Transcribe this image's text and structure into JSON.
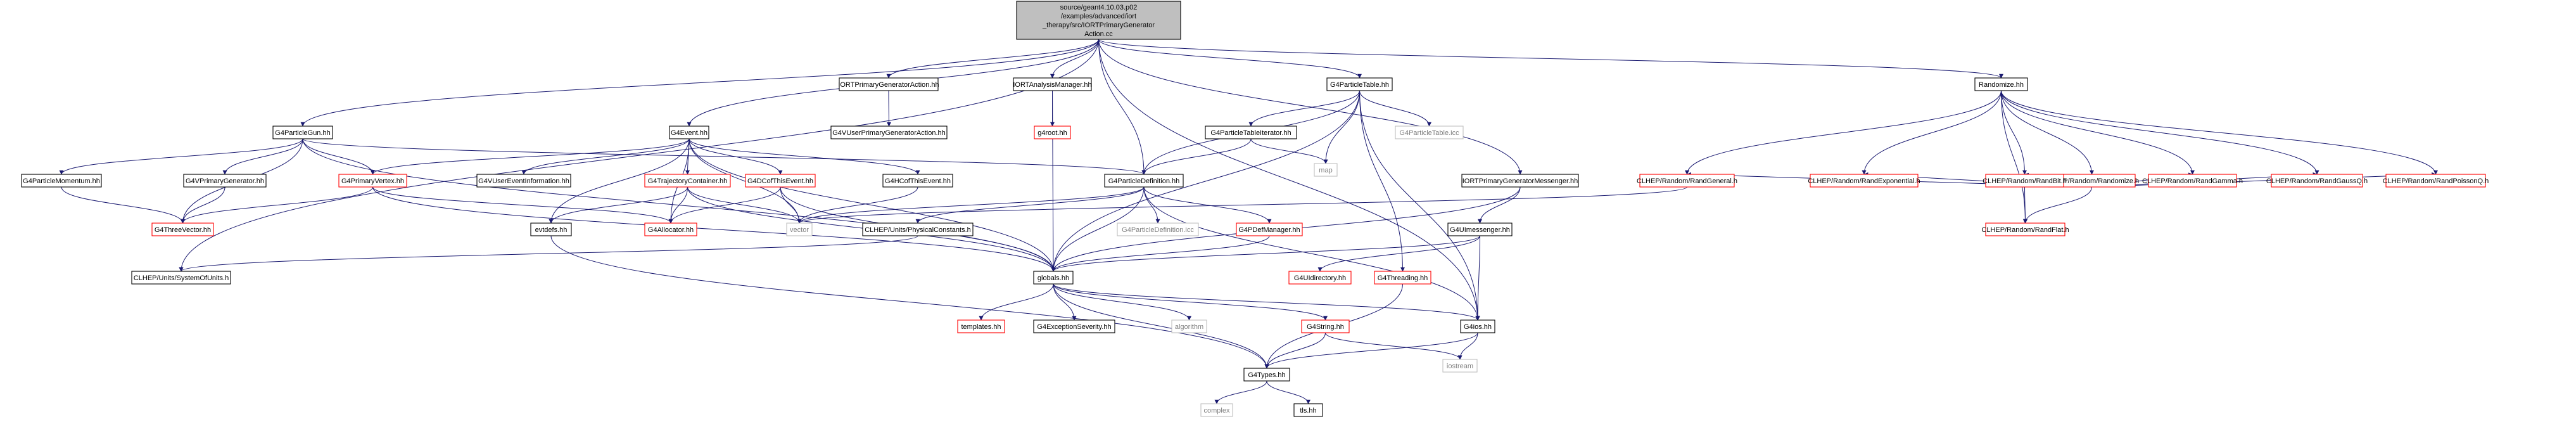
{
  "diagram": {
    "type": "include-dependency-graph",
    "colors": {
      "edge": "#191970",
      "node_border": "#000000",
      "node_border_missing": "#ff0000",
      "node_border_external": "#bfbfbf",
      "root_fill": "#bfbfbf",
      "node_fill": "#ffffff"
    },
    "root": {
      "id": "root",
      "lines": [
        "source/geant4.10.03.p02",
        "/examples/advanced/iort",
        "_therapy/src/IORTPrimaryGenerator",
        "Action.cc"
      ]
    },
    "nodes": [
      {
        "id": "IORTPrimaryGeneratorAction_hh",
        "label": "IORTPrimaryGeneratorAction.hh",
        "style": "normal"
      },
      {
        "id": "IORTAnalysisManager_hh",
        "label": "IORTAnalysisManager.hh",
        "style": "normal"
      },
      {
        "id": "G4ParticleTable_hh",
        "label": "G4ParticleTable.hh",
        "style": "normal"
      },
      {
        "id": "Randomize_hh",
        "label": "Randomize.hh",
        "style": "normal"
      },
      {
        "id": "G4ParticleGun_hh",
        "label": "G4ParticleGun.hh",
        "style": "normal"
      },
      {
        "id": "G4Event_hh",
        "label": "G4Event.hh",
        "style": "normal"
      },
      {
        "id": "G4VUserPrimaryGeneratorAction_hh",
        "label": "G4VUserPrimaryGeneratorAction.hh",
        "style": "normal"
      },
      {
        "id": "g4root_hh",
        "label": "g4root.hh",
        "style": "missing"
      },
      {
        "id": "G4ParticleTableIterator_hh",
        "label": "G4ParticleTableIterator.hh",
        "style": "normal"
      },
      {
        "id": "map",
        "label": "map",
        "style": "external"
      },
      {
        "id": "G4ParticleTable_icc",
        "label": "G4ParticleTable.icc",
        "style": "external"
      },
      {
        "id": "IORTPrimaryGeneratorMessenger_hh",
        "label": "IORTPrimaryGeneratorMessenger.hh",
        "style": "normal"
      },
      {
        "id": "CLHEP_Randomize_h",
        "label": "CLHEP/Random/Randomize.h",
        "style": "missing"
      },
      {
        "id": "G4ParticleMomentum_hh",
        "label": "G4ParticleMomentum.hh",
        "style": "normal"
      },
      {
        "id": "G4VPrimaryGenerator_hh",
        "label": "G4VPrimaryGenerator.hh",
        "style": "normal"
      },
      {
        "id": "G4PrimaryVertex_hh",
        "label": "G4PrimaryVertex.hh",
        "style": "missing"
      },
      {
        "id": "G4VUserEventInformation_hh",
        "label": "G4VUserEventInformation.hh",
        "style": "normal"
      },
      {
        "id": "G4TrajectoryContainer_hh",
        "label": "G4TrajectoryContainer.hh",
        "style": "missing"
      },
      {
        "id": "G4DCofThisEvent_hh",
        "label": "G4DCofThisEvent.hh",
        "style": "missing"
      },
      {
        "id": "G4HCofThisEvent_hh",
        "label": "G4HCofThisEvent.hh",
        "style": "normal"
      },
      {
        "id": "G4ParticleDefinition_hh",
        "label": "G4ParticleDefinition.hh",
        "style": "normal"
      },
      {
        "id": "CLHEP_RandGeneral_h",
        "label": "CLHEP/Random/RandGeneral.h",
        "style": "missing"
      },
      {
        "id": "CLHEP_RandExponential_h",
        "label": "CLHEP/Random/RandExponential.h",
        "style": "missing"
      },
      {
        "id": "CLHEP_RandBit_h",
        "label": "CLHEP/Random/RandBit.h",
        "style": "missing"
      },
      {
        "id": "CLHEP_RandGamma_h",
        "label": "CLHEP/Random/RandGamma.h",
        "style": "missing"
      },
      {
        "id": "CLHEP_RandGaussQ_h",
        "label": "CLHEP/Random/RandGaussQ.h",
        "style": "missing"
      },
      {
        "id": "CLHEP_RandPoissonQ_h",
        "label": "CLHEP/Random/RandPoissonQ.h",
        "style": "missing"
      },
      {
        "id": "G4ThreeVector_hh",
        "label": "G4ThreeVector.hh",
        "style": "missing"
      },
      {
        "id": "evtdefs_hh",
        "label": "evtdefs.hh",
        "style": "normal"
      },
      {
        "id": "G4Allocator_hh",
        "label": "G4Allocator.hh",
        "style": "missing"
      },
      {
        "id": "vector",
        "label": "vector",
        "style": "external"
      },
      {
        "id": "CLHEP_PhysicalConstants_h",
        "label": "CLHEP/Units/PhysicalConstants.h",
        "style": "normal"
      },
      {
        "id": "G4ParticleDefinition_icc",
        "label": "G4ParticleDefinition.icc",
        "style": "external"
      },
      {
        "id": "G4PDefManager_hh",
        "label": "G4PDefManager.hh",
        "style": "missing"
      },
      {
        "id": "G4UImessenger_hh",
        "label": "G4UImessenger.hh",
        "style": "normal"
      },
      {
        "id": "CLHEP_RandFlat_h",
        "label": "CLHEP/Random/RandFlat.h",
        "style": "missing"
      },
      {
        "id": "CLHEP_SystemOfUnits_h",
        "label": "CLHEP/Units/SystemOfUnits.h",
        "style": "normal"
      },
      {
        "id": "globals_hh",
        "label": "globals.hh",
        "style": "normal"
      },
      {
        "id": "G4UIdirectory_hh",
        "label": "G4UIdirectory.hh",
        "style": "missing"
      },
      {
        "id": "G4Threading_hh",
        "label": "G4Threading.hh",
        "style": "missing"
      },
      {
        "id": "templates_hh",
        "label": "templates.hh",
        "style": "missing"
      },
      {
        "id": "G4ExceptionSeverity_hh",
        "label": "G4ExceptionSeverity.hh",
        "style": "normal"
      },
      {
        "id": "algorithm",
        "label": "algorithm",
        "style": "external"
      },
      {
        "id": "G4String_hh",
        "label": "G4String.hh",
        "style": "missing"
      },
      {
        "id": "G4ios_hh",
        "label": "G4ios.hh",
        "style": "normal"
      },
      {
        "id": "iostream",
        "label": "iostream",
        "style": "external"
      },
      {
        "id": "G4Types_hh",
        "label": "G4Types.hh",
        "style": "normal"
      },
      {
        "id": "complex",
        "label": "complex",
        "style": "external"
      },
      {
        "id": "tls_hh",
        "label": "tls.hh",
        "style": "normal"
      }
    ],
    "edges": [
      [
        "root",
        "IORTPrimaryGeneratorAction_hh"
      ],
      [
        "root",
        "IORTAnalysisManager_hh"
      ],
      [
        "root",
        "G4ParticleTable_hh"
      ],
      [
        "root",
        "Randomize_hh"
      ],
      [
        "root",
        "G4ParticleGun_hh"
      ],
      [
        "root",
        "G4Event_hh"
      ],
      [
        "root",
        "G4ParticleDefinition_hh"
      ],
      [
        "root",
        "IORTPrimaryGeneratorMessenger_hh"
      ],
      [
        "root",
        "CLHEP_SystemOfUnits_h"
      ],
      [
        "root",
        "G4ios_hh"
      ],
      [
        "IORTPrimaryGeneratorAction_hh",
        "G4VUserPrimaryGeneratorAction_hh"
      ],
      [
        "IORTAnalysisManager_hh",
        "g4root_hh"
      ],
      [
        "IORTAnalysisManager_hh",
        "globals_hh"
      ],
      [
        "G4ParticleTable_hh",
        "G4ParticleTableIterator_hh"
      ],
      [
        "G4ParticleTable_hh",
        "map"
      ],
      [
        "G4ParticleTable_hh",
        "G4ParticleTable_icc"
      ],
      [
        "G4ParticleTable_hh",
        "G4ParticleDefinition_hh"
      ],
      [
        "G4ParticleTable_hh",
        "globals_hh"
      ],
      [
        "G4ParticleTable_hh",
        "G4ios_hh"
      ],
      [
        "G4ParticleTable_hh",
        "G4Threading_hh"
      ],
      [
        "G4ParticleTableIterator_hh",
        "G4ParticleDefinition_hh"
      ],
      [
        "G4ParticleTableIterator_hh",
        "map"
      ],
      [
        "Randomize_hh",
        "CLHEP_Randomize_h"
      ],
      [
        "Randomize_hh",
        "CLHEP_RandGeneral_h"
      ],
      [
        "Randomize_hh",
        "CLHEP_RandExponential_h"
      ],
      [
        "Randomize_hh",
        "CLHEP_RandBit_h"
      ],
      [
        "Randomize_hh",
        "CLHEP_RandGamma_h"
      ],
      [
        "Randomize_hh",
        "CLHEP_RandGaussQ_h"
      ],
      [
        "Randomize_hh",
        "CLHEP_RandPoissonQ_h"
      ],
      [
        "Randomize_hh",
        "CLHEP_RandFlat_h"
      ],
      [
        "CLHEP_Randomize_h",
        "CLHEP_RandGeneral_h"
      ],
      [
        "CLHEP_Randomize_h",
        "CLHEP_RandExponential_h"
      ],
      [
        "CLHEP_Randomize_h",
        "CLHEP_RandBit_h"
      ],
      [
        "CLHEP_Randomize_h",
        "CLHEP_RandGamma_h"
      ],
      [
        "CLHEP_Randomize_h",
        "CLHEP_RandGaussQ_h"
      ],
      [
        "CLHEP_Randomize_h",
        "CLHEP_RandPoissonQ_h"
      ],
      [
        "CLHEP_Randomize_h",
        "CLHEP_RandFlat_h"
      ],
      [
        "CLHEP_RandGeneral_h",
        "vector"
      ],
      [
        "CLHEP_RandBit_h",
        "CLHEP_RandFlat_h"
      ],
      [
        "G4ParticleGun_hh",
        "G4ParticleMomentum_hh"
      ],
      [
        "G4ParticleGun_hh",
        "G4VPrimaryGenerator_hh"
      ],
      [
        "G4ParticleGun_hh",
        "G4PrimaryVertex_hh"
      ],
      [
        "G4ParticleGun_hh",
        "G4ThreeVector_hh"
      ],
      [
        "G4ParticleGun_hh",
        "G4ParticleDefinition_hh"
      ],
      [
        "G4ParticleGun_hh",
        "globals_hh"
      ],
      [
        "G4ParticleMomentum_hh",
        "G4ThreeVector_hh"
      ],
      [
        "G4VPrimaryGenerator_hh",
        "G4ThreeVector_hh"
      ],
      [
        "G4PrimaryVertex_hh",
        "G4ThreeVector_hh"
      ],
      [
        "G4PrimaryVertex_hh",
        "G4Allocator_hh"
      ],
      [
        "G4PrimaryVertex_hh",
        "globals_hh"
      ],
      [
        "G4Event_hh",
        "G4PrimaryVertex_hh"
      ],
      [
        "G4Event_hh",
        "G4VUserEventInformation_hh"
      ],
      [
        "G4Event_hh",
        "G4TrajectoryContainer_hh"
      ],
      [
        "G4Event_hh",
        "G4DCofThisEvent_hh"
      ],
      [
        "G4Event_hh",
        "G4HCofThisEvent_hh"
      ],
      [
        "G4Event_hh",
        "evtdefs_hh"
      ],
      [
        "G4Event_hh",
        "G4Allocator_hh"
      ],
      [
        "G4Event_hh",
        "globals_hh"
      ],
      [
        "G4Event_hh",
        "vector"
      ],
      [
        "G4TrajectoryContainer_hh",
        "G4Allocator_hh"
      ],
      [
        "G4TrajectoryContainer_hh",
        "vector"
      ],
      [
        "G4TrajectoryContainer_hh",
        "evtdefs_hh"
      ],
      [
        "G4TrajectoryContainer_hh",
        "globals_hh"
      ],
      [
        "G4DCofThisEvent_hh",
        "G4Allocator_hh"
      ],
      [
        "G4DCofThisEvent_hh",
        "vector"
      ],
      [
        "G4DCofThisEvent_hh",
        "globals_hh"
      ],
      [
        "G4HCofThisEvent_hh",
        "vector"
      ],
      [
        "evtdefs_hh",
        "G4Types_hh"
      ],
      [
        "G4ParticleDefinition_hh",
        "vector"
      ],
      [
        "G4ParticleDefinition_hh",
        "CLHEP_PhysicalConstants_h"
      ],
      [
        "G4ParticleDefinition_hh",
        "G4ParticleDefinition_icc"
      ],
      [
        "G4ParticleDefinition_hh",
        "G4PDefManager_hh"
      ],
      [
        "G4ParticleDefinition_hh",
        "globals_hh"
      ],
      [
        "G4ParticleDefinition_hh",
        "G4ios_hh"
      ],
      [
        "CLHEP_PhysicalConstants_h",
        "CLHEP_SystemOfUnits_h"
      ],
      [
        "G4PDefManager_hh",
        "globals_hh"
      ],
      [
        "IORTPrimaryGeneratorMessenger_hh",
        "G4UImessenger_hh"
      ],
      [
        "IORTPrimaryGeneratorMessenger_hh",
        "globals_hh"
      ],
      [
        "G4UImessenger_hh",
        "G4UIdirectory_hh"
      ],
      [
        "G4UImessenger_hh",
        "G4ios_hh"
      ],
      [
        "G4UImessenger_hh",
        "globals_hh"
      ],
      [
        "G4Threading_hh",
        "G4Types_hh"
      ],
      [
        "globals_hh",
        "templates_hh"
      ],
      [
        "globals_hh",
        "G4ExceptionSeverity_hh"
      ],
      [
        "globals_hh",
        "algorithm"
      ],
      [
        "globals_hh",
        "G4String_hh"
      ],
      [
        "globals_hh",
        "G4ios_hh"
      ],
      [
        "globals_hh",
        "G4Types_hh"
      ],
      [
        "G4String_hh",
        "G4Types_hh"
      ],
      [
        "G4String_hh",
        "iostream"
      ],
      [
        "G4ios_hh",
        "G4Types_hh"
      ],
      [
        "G4ios_hh",
        "iostream"
      ],
      [
        "G4Types_hh",
        "complex"
      ],
      [
        "G4Types_hh",
        "tls_hh"
      ]
    ]
  }
}
